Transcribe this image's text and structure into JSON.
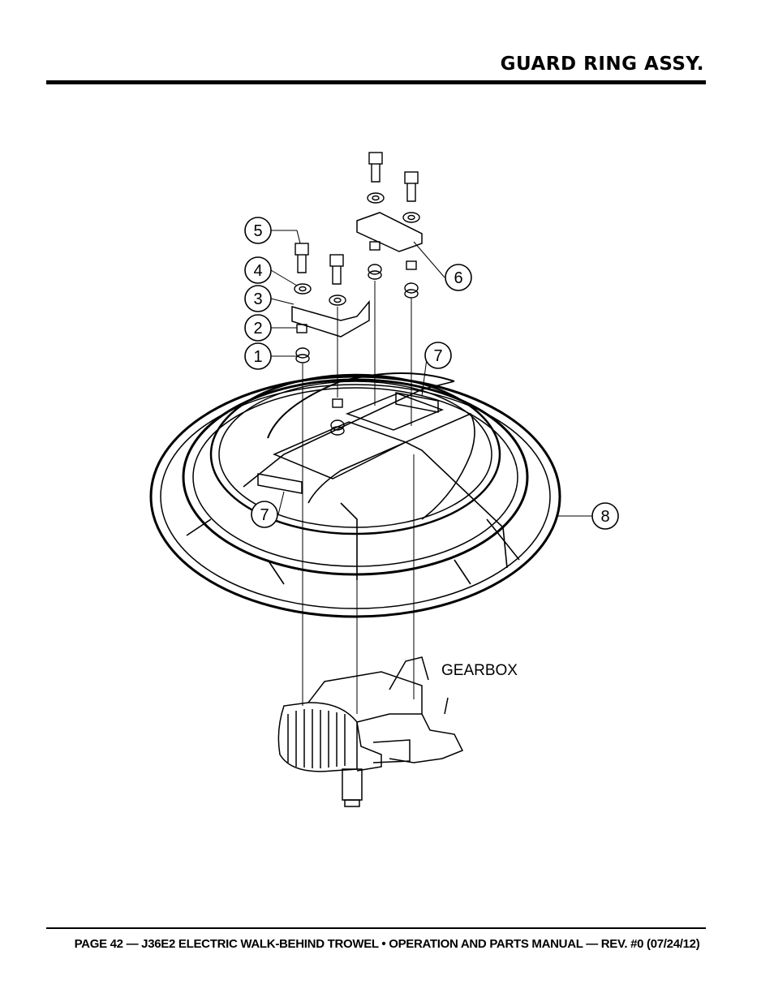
{
  "header": {
    "title": "GUARD RING ASSY."
  },
  "diagram": {
    "callouts": [
      "1",
      "2",
      "3",
      "4",
      "5",
      "6",
      "7",
      "7",
      "8"
    ],
    "gearbox_label": "GEARBOX"
  },
  "footer": {
    "text": "PAGE 42 — J36E2 ELECTRIC WALK-BEHIND TROWEL • OPERATION AND PARTS MANUAL — REV. #0 (07/24/12)"
  }
}
